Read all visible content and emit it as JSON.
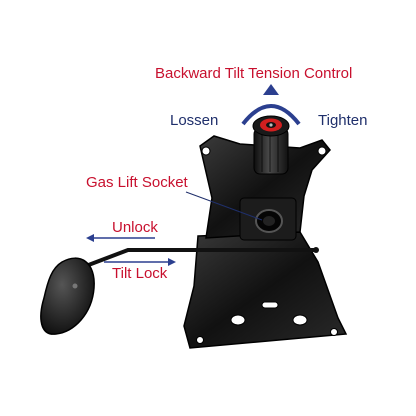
{
  "labels": {
    "tension": "Backward Tilt Tension Control",
    "loosen": "Lossen",
    "tighten": "Tighten",
    "gas_lift": "Gas Lift Socket",
    "unlock": "Unlock",
    "tilt_lock": "Tilt Lock"
  },
  "colors": {
    "label_red": "#c8102e",
    "label_navy": "#1f2f6b",
    "arrow_blue": "#2b3f8f",
    "metal": "#1a1a1a",
    "knob_ring": "#d21f1f"
  }
}
